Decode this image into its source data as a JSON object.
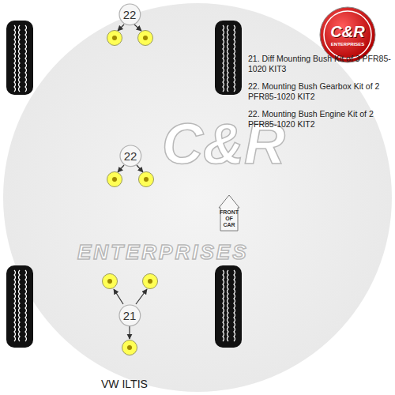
{
  "diagram": {
    "nodes": [
      {
        "text": [
          "22"
        ]
      },
      {
        "text": [
          "C&R",
          "ENTERPRISES"
        ]
      },
      {
        "text": [
          "22"
        ]
      },
      {
        "text": [
          "FRONT OF CAR"
        ]
      },
      {
        "text": [
          "21"
        ]
      }
    ],
    "labels": [
      "21. Diff Mounting Bush Kit of 3 PFR85-1020 KIT3",
      "22. Mounting Bush Gearbox Kit of 2 PFR85-1020 KIT2",
      "22. Mounting Bush Engine Kit of 2 PFR85-1020 KIT2",
      "C&R",
      "ENTERPRISES",
      "VW ILTIS"
    ]
  }
}
